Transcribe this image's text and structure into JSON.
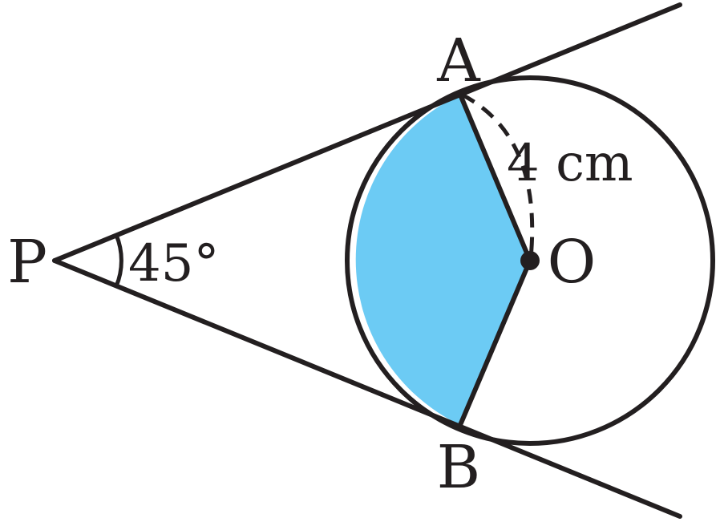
{
  "points": {
    "P": "P",
    "A": "A",
    "B": "B",
    "O": "O"
  },
  "angle_label": "45°",
  "radius_label": "4 cm",
  "colors": {
    "line": "#231f20",
    "shaded_region": "#6ccbf4",
    "background": "#ffffff"
  }
}
